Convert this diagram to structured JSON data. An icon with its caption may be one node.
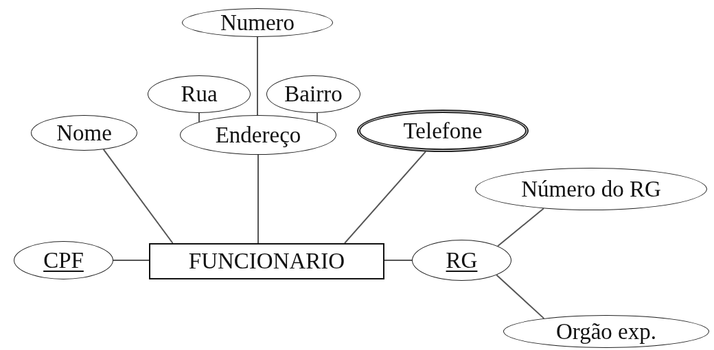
{
  "diagram": {
    "nodes": [
      {
        "text": [
          "Numero"
        ]
      },
      {
        "text": [
          "Rua"
        ]
      },
      {
        "text": [
          "Bairro"
        ]
      },
      {
        "text": [
          "Nome"
        ]
      },
      {
        "text": [
          "Endereço"
        ]
      },
      {
        "text": [
          "Telefone"
        ]
      },
      {
        "text": [
          "Número do RG"
        ]
      },
      {
        "text": [
          "CPF"
        ]
      },
      {
        "text": [
          "FUNCIONARIO"
        ]
      },
      {
        "text": [
          "RG"
        ]
      },
      {
        "text": [
          "Orgão exp."
        ]
      }
    ],
    "edges": [
      {
        "from": 0,
        "to": 4,
        "arrow": "none"
      },
      {
        "from": 1,
        "to": 4,
        "arrow": "none"
      },
      {
        "from": 2,
        "to": 4,
        "arrow": "none"
      },
      {
        "from": 3,
        "to": 8,
        "arrow": "none"
      },
      {
        "from": 4,
        "to": 8,
        "arrow": "none"
      },
      {
        "from": 5,
        "to": 8,
        "arrow": "none"
      },
      {
        "from": 7,
        "to": 8,
        "arrow": "none"
      },
      {
        "from": 8,
        "to": 9,
        "arrow": "none"
      },
      {
        "from": 9,
        "to": 6,
        "arrow": "none"
      },
      {
        "from": 9,
        "to": 10,
        "arrow": "none"
      }
    ]
  }
}
